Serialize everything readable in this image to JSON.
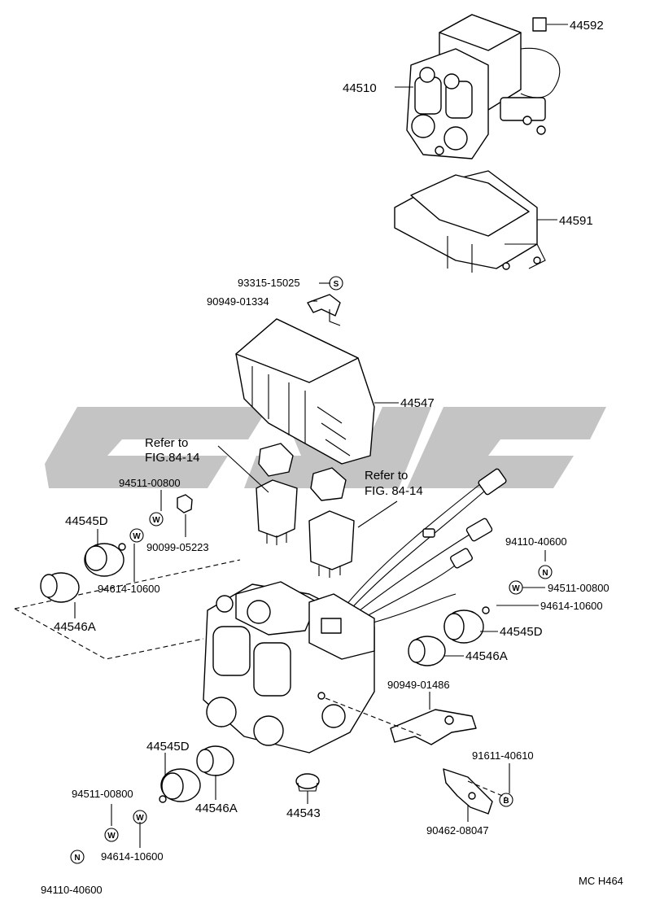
{
  "figure_code": "MC H464",
  "watermark_text": "",
  "references": [
    {
      "line1": "Refer to",
      "line2": "FIG.84-14"
    },
    {
      "line1": "Refer to",
      "line2": "FIG. 84-14"
    }
  ],
  "parts": {
    "p44592": "44592",
    "p44510": "44510",
    "p44591": "44591",
    "p93315": "93315-15025",
    "p90949a": "90949-01334",
    "p44547": "44547",
    "p94511a": "94511-00800",
    "p90099": "90099-05223",
    "p44545a": "44545D",
    "p94614a": "94614-10600",
    "p44546a": "44546A",
    "p94110a": "94110-40600",
    "p94511b": "94511-00800",
    "p94614b": "94614-10600",
    "p44545b": "44545D",
    "p44546b": "44546A",
    "p90949b": "90949-01486",
    "p91611": "91611-40610",
    "p90462": "90462-08047",
    "p44543": "44543",
    "p44545c": "44545D",
    "p44546c": "44546A",
    "p94511c": "94511-00800",
    "p94614c": "94614-10600",
    "p94110c": "94110-40600"
  },
  "symbols": {
    "washer": "W",
    "nut": "N",
    "screw": "S",
    "bolt": "B"
  }
}
